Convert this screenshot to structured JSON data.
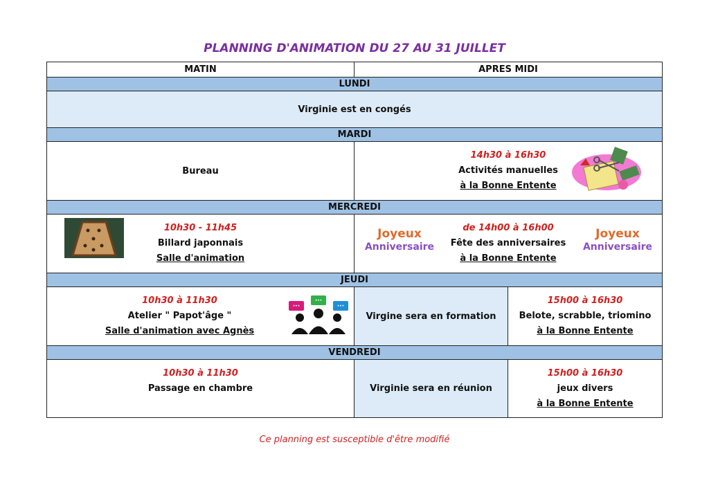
{
  "title": "PLANNING D'ANIMATION DU 27 AU 31 JUILLET",
  "header": {
    "matin": "MATIN",
    "apres_midi": "APRES MIDI"
  },
  "lundi": {
    "day": "LUNDI",
    "text": "Virginie est en congés"
  },
  "mardi": {
    "day": "MARDI",
    "matin": "Bureau",
    "pm_time": "14h30 à 16h30",
    "pm_activity": "Activités manuelles",
    "pm_place": "à la Bonne Entente"
  },
  "mercredi": {
    "day": "MERCREDI",
    "am_time": "10h30 - 11h45",
    "am_activity": "Billard japonnais",
    "am_place": "Salle d'animation",
    "pm_time": "de 14h00 à 16h00",
    "pm_activity": "Fête des anniversaires",
    "pm_place": "à la Bonne Entente",
    "badge_line1": "Joyeux",
    "badge_line2": "Anniversaire"
  },
  "jeudi": {
    "day": "JEUDI",
    "am_time": "10h30 à 11h30",
    "am_activity": "Atelier \" Papot'âge \"",
    "am_place": "Salle d'animation avec Agnès",
    "pm_note": "Virgine sera en formation",
    "pm_time": "15h00 à 16h30",
    "pm_activity": "Belote, scrabble, triomino",
    "pm_place": "à la Bonne Entente"
  },
  "vendredi": {
    "day": "VENDREDI",
    "am_time": "10h30 à 11h30",
    "am_activity": "Passage en chambre",
    "pm_note": "Virginie sera en réunion",
    "pm_time": "15h00 à 16h30",
    "pm_activity": "jeux divers",
    "pm_place": "à la Bonne Entente"
  },
  "footer": "Ce planning est susceptible d'être modifié",
  "colors": {
    "title": "#7a2fa0",
    "day_band": "#9fc2e4",
    "light_cell": "#dcebf7",
    "time_red": "#d21f1f"
  }
}
